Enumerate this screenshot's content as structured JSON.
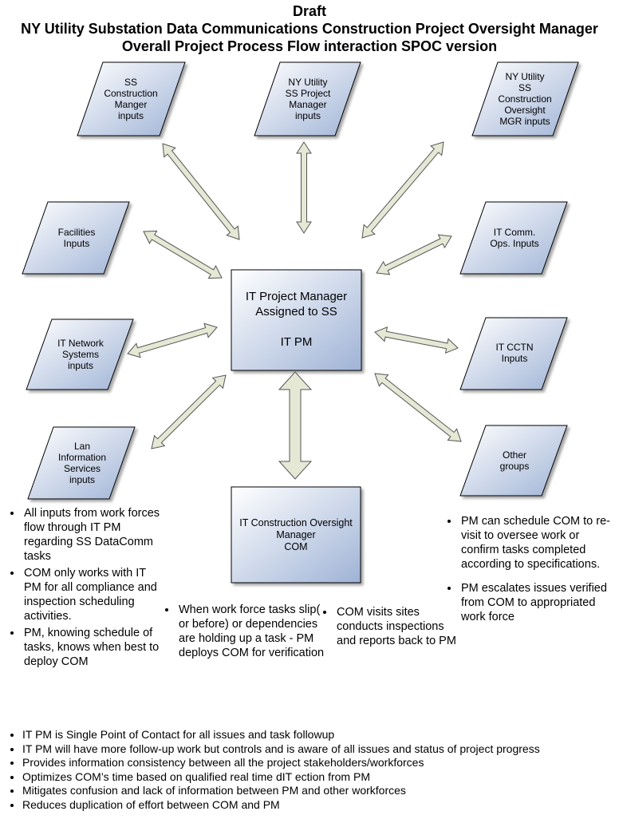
{
  "title": {
    "line1": "Draft",
    "line2": "NY Utility Substation Data Communications Construction Project Oversight Manager",
    "line3": "Overall Project Process Flow interaction SPOC version"
  },
  "nodes": {
    "ss_construction": "SS\nConstruction\nManger\ninputs",
    "ny_utility_pm": "NY Utility\nSS Project\nManager\ninputs",
    "ny_utility_oversight": "NY Utility\nSS\nConstruction\nOversight\nMGR inputs",
    "facilities": "Facilities\nInputs",
    "it_comm_ops": "IT  Comm.\nOps. Inputs",
    "it_network": "IT  Network\nSystems\ninputs",
    "it_cctn": "IT  CCTN\nInputs",
    "lan_info": "Lan\nInformation\nServices\ninputs",
    "other_groups": "Other\ngroups"
  },
  "center_box": {
    "line1": "IT  Project Manager\nAssigned to SS",
    "line2": "IT  PM"
  },
  "com_box": "IT  Construction Oversight\nManager\nCOM",
  "left_notes": [
    "All inputs from work forces flow through IT PM regarding SS DataComm tasks",
    "COM only works with IT  PM for all compliance and inspection scheduling activities.",
    "PM, knowing schedule of tasks, knows when best to deploy COM"
  ],
  "mid_note_a": "When work force tasks slip( or before) or dependencies are holding up a task - PM deploys COM for verification",
  "mid_note_b": "COM visits sites conducts inspections and reports back to PM",
  "right_notes": [
    "PM can schedule COM to re-visit to oversee work or confirm tasks completed according to specifications.",
    "PM escalates issues verified from COM to appropriated work force"
  ],
  "bottom_notes": [
    "IT  PM is Single Point of Contact for all issues and task followup",
    "IT  PM will have more follow-up work but controls and is aware of all issues and status of project progress",
    "Provides information consistency between all the project stakeholders/workforces",
    "Optimizes COM’s time based on qualified real time dIT ection from PM",
    "Mitigates confusion and lack of information between PM and other workforces",
    "Reduces duplication of effort between COM and PM"
  ],
  "colors": {
    "shape_fill_top": "#ffffff",
    "shape_fill_bottom": "#9fb3d6",
    "arrow_fill": "#e4e8d4",
    "outline": "#000000"
  }
}
